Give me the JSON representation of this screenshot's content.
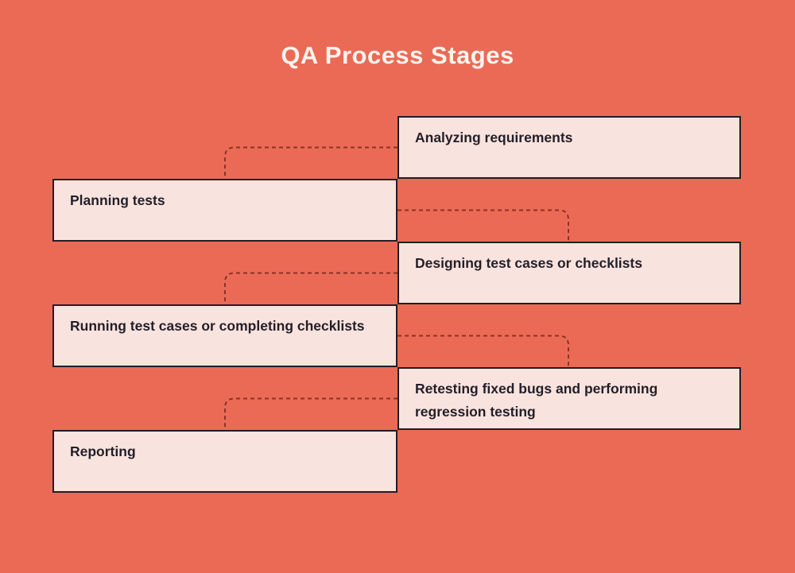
{
  "title": "QA Process Stages",
  "diagram": {
    "type": "flowchart",
    "flow_order": [
      "Analyzing requirements",
      "Planning tests",
      "Designing test cases or checklists",
      "Running test cases or completing checklists",
      "Retesting fixed bugs and performing regression testing",
      "Reporting"
    ],
    "connector_style": "dashed-rounded-elbow"
  },
  "stages": [
    {
      "label": "Analyzing requirements",
      "side": "right"
    },
    {
      "label": "Planning tests",
      "side": "left"
    },
    {
      "label": "Designing test cases or checklists",
      "side": "right"
    },
    {
      "label": "Running test cases or completing checklists",
      "side": "left"
    },
    {
      "label": "Retesting fixed bugs and performing regression testing",
      "side": "right"
    },
    {
      "label": "Reporting",
      "side": "left"
    }
  ],
  "colors": {
    "background": "#eb6a56",
    "box_fill": "#f9e3de",
    "box_border": "#221d24",
    "box_text": "#231f29",
    "connector": "#8a3325",
    "title_text": "#fbf4ed"
  }
}
